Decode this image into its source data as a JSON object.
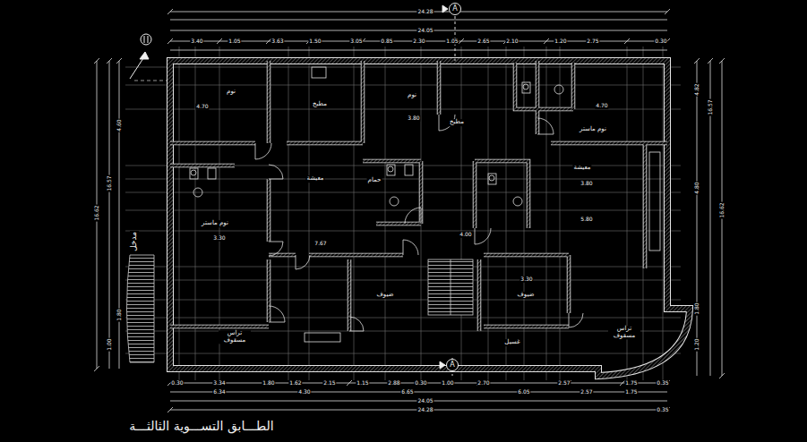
{
  "diagram": {
    "caption": "الطـــابق التســـوية الثالثـــة",
    "nodes": [
      {
        "text": [
          "A"
        ]
      },
      {
        "text": [
          "A"
        ]
      }
    ],
    "labels": [
      "24.28",
      "24.05",
      "3.40",
      "1.05",
      "3.63",
      "1.50",
      "3.05",
      "0.85",
      "2.30",
      "1.05",
      "2.65",
      "2.10",
      "1.20",
      "2.75",
      "0.30",
      "4.70",
      "3.80",
      "4.70",
      "3.80",
      "7.67",
      "5.80",
      "3.30",
      "4.00",
      "3.30",
      "0.30",
      "3.34",
      "1.80",
      "1.62",
      "2.15",
      "1.15",
      "2.88",
      "0.30",
      "1.00",
      "2.70",
      "2.57",
      "1.75",
      "0.35",
      "6.34",
      "4.30",
      "6.65",
      "6.05",
      "2.57",
      "1.75",
      "24.05",
      "24.28",
      "0.35",
      "16.57",
      "16.62",
      "4.60",
      "1.80",
      "1.00",
      "4.82",
      "4.80",
      "16.57",
      "16.62",
      "1.80",
      "1.20",
      "نوم",
      "مطبخ",
      "نوم",
      "مطبخ",
      "نوم ماستر",
      "معيشة",
      "معيشة",
      "حمام",
      "نوم ماستر",
      "ضيوف",
      "ضيوف",
      "تراس مسقوف",
      "تراس مسقوف",
      "غسيل",
      "مدخل"
    ]
  }
}
